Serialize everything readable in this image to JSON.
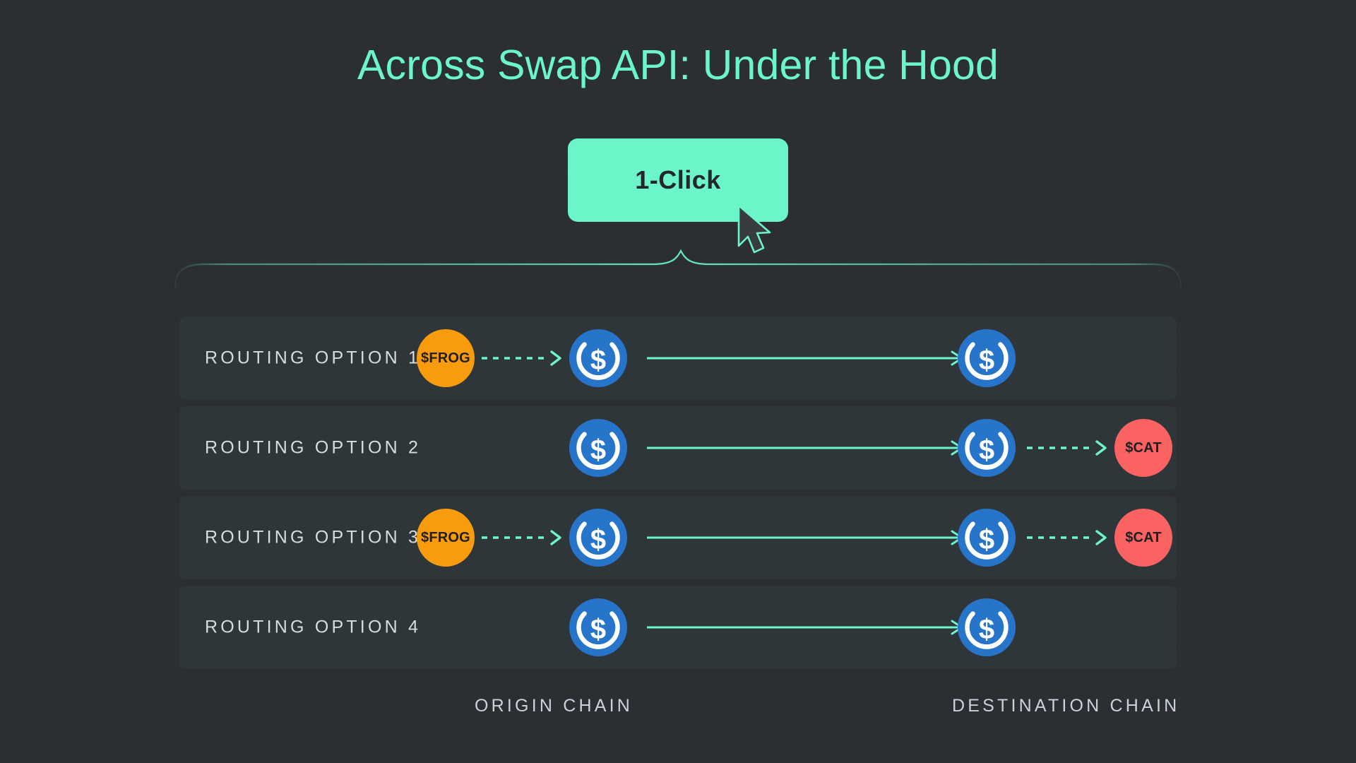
{
  "page": {
    "title": "Across Swap API: Under the Hood",
    "background_color": "#2b2f33",
    "accent_color": "#6CF5C8"
  },
  "cta": {
    "label": "1-Click",
    "background_color": "#6CF5C8",
    "text_color": "#23272b",
    "cursor_icon": "mouse-pointer-icon"
  },
  "diagram": {
    "bracket_icon": "curly-brace-icon",
    "rows": [
      {
        "label": "ROUTING OPTION 1",
        "origin_token": {
          "symbol": "$FROG",
          "color": "#F89C0E",
          "icon": "frog-token-icon"
        },
        "origin_swap_arrow": "dashed-arrow-right",
        "origin_usdc": {
          "symbol": "USDC",
          "icon": "usdc-coin-icon",
          "color": "#2775CA"
        },
        "bridge_arrow": "solid-arrow-right",
        "destination_usdc": {
          "symbol": "USDC",
          "icon": "usdc-coin-icon",
          "color": "#2775CA"
        },
        "destination_swap_arrow": null,
        "destination_token": null
      },
      {
        "label": "ROUTING OPTION 2",
        "origin_token": null,
        "origin_swap_arrow": null,
        "origin_usdc": {
          "symbol": "USDC",
          "icon": "usdc-coin-icon",
          "color": "#2775CA"
        },
        "bridge_arrow": "solid-arrow-right",
        "destination_usdc": {
          "symbol": "USDC",
          "icon": "usdc-coin-icon",
          "color": "#2775CA"
        },
        "destination_swap_arrow": "dashed-arrow-right",
        "destination_token": {
          "symbol": "$CAT",
          "color": "#FB6262",
          "icon": "cat-token-icon"
        }
      },
      {
        "label": "ROUTING OPTION 3",
        "origin_token": {
          "symbol": "$FROG",
          "color": "#F89C0E",
          "icon": "frog-token-icon"
        },
        "origin_swap_arrow": "dashed-arrow-right",
        "origin_usdc": {
          "symbol": "USDC",
          "icon": "usdc-coin-icon",
          "color": "#2775CA"
        },
        "bridge_arrow": "solid-arrow-right",
        "destination_usdc": {
          "symbol": "USDC",
          "icon": "usdc-coin-icon",
          "color": "#2775CA"
        },
        "destination_swap_arrow": "dashed-arrow-right",
        "destination_token": {
          "symbol": "$CAT",
          "color": "#FB6262",
          "icon": "cat-token-icon"
        }
      },
      {
        "label": "ROUTING OPTION 4",
        "origin_token": null,
        "origin_swap_arrow": null,
        "origin_usdc": {
          "symbol": "USDC",
          "icon": "usdc-coin-icon",
          "color": "#2775CA"
        },
        "bridge_arrow": "solid-arrow-right",
        "destination_usdc": {
          "symbol": "USDC",
          "icon": "usdc-coin-icon",
          "color": "#2775CA"
        },
        "destination_swap_arrow": null,
        "destination_token": null
      }
    ]
  },
  "footer": {
    "origin_label": "ORIGIN CHAIN",
    "destination_label": "DESTINATION CHAIN"
  }
}
